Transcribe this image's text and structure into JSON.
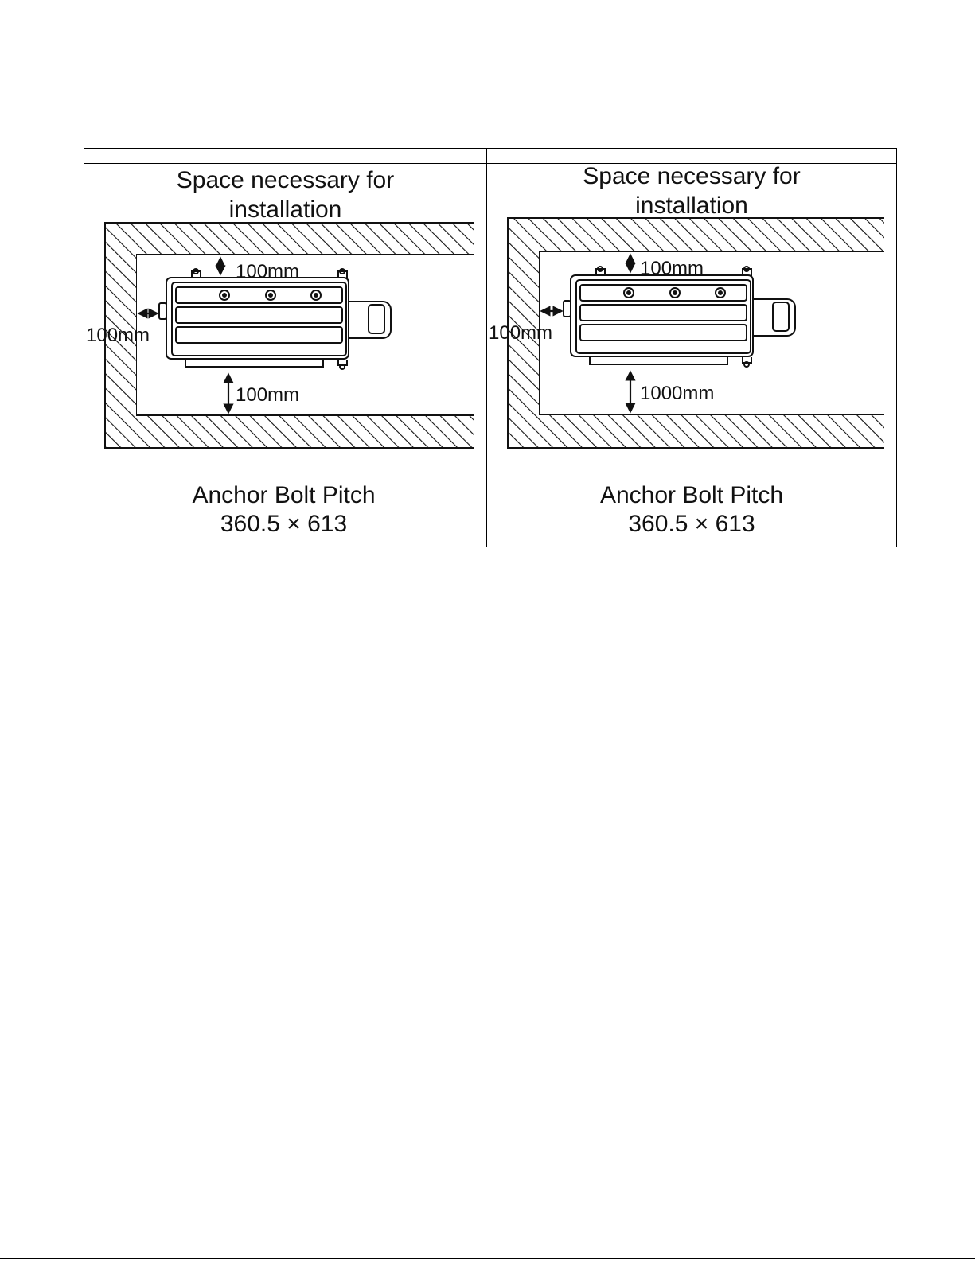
{
  "panels": [
    {
      "title_line1": "Space necessary for",
      "title_line2": "installation",
      "clearance_top": "100mm",
      "clearance_side": "100mm",
      "clearance_bottom": "100mm",
      "caption_line1": "Anchor Bolt Pitch",
      "caption_line2": "360.5 × 613"
    },
    {
      "title_line1": "Space necessary for",
      "title_line2": "installation",
      "clearance_top": "100mm",
      "clearance_side": "100mm",
      "clearance_bottom": "1000mm",
      "caption_line1": "Anchor Bolt Pitch",
      "caption_line2": "360.5 × 613"
    }
  ]
}
